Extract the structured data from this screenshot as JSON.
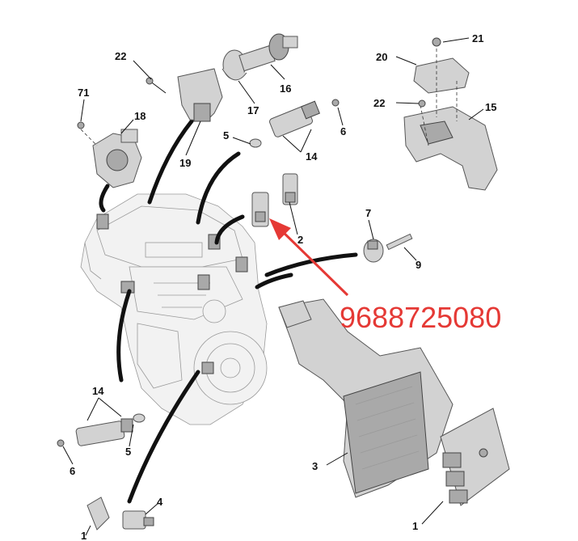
{
  "part_number": "9688725080",
  "callouts": [
    "22",
    "16",
    "17",
    "19",
    "18",
    "71",
    "5",
    "6",
    "14",
    "2",
    "20",
    "21",
    "22",
    "15",
    "7",
    "9",
    "3",
    "1",
    "4",
    "14",
    "6",
    "5",
    "1"
  ],
  "colors": {
    "annotation": "#e53935",
    "harness": "#111111",
    "parts": "#d2d2d2"
  }
}
